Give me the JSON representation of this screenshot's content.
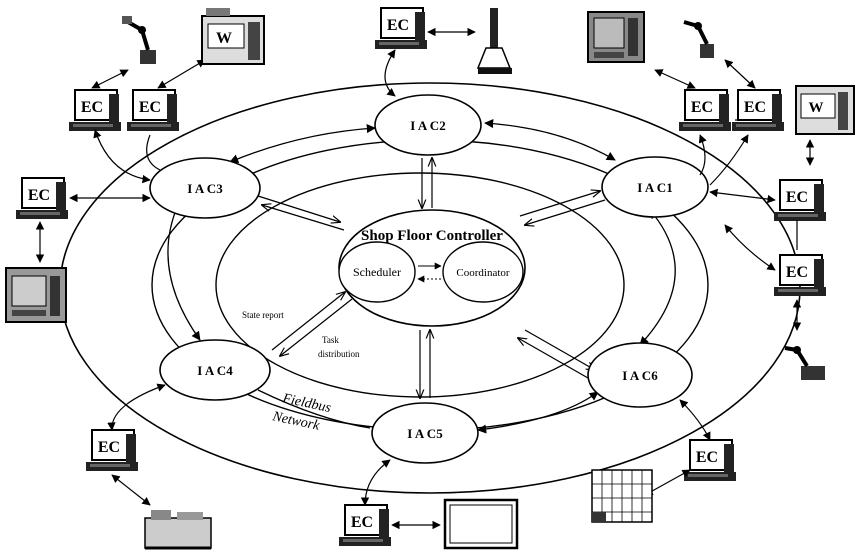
{
  "controller": {
    "title": "Shop Floor Controller",
    "scheduler": "Scheduler",
    "coordinator": "Coordinator"
  },
  "iac": {
    "c1": "I A C1",
    "c2": "I A C2",
    "c3": "I A C3",
    "c4": "I A C4",
    "c5": "I A C5",
    "c6": "I A C6"
  },
  "ec_label": "EC",
  "annotations": {
    "state_report": "State report",
    "task_line1": "Task",
    "task_line2": "distribution",
    "network_line1": "Fieldbus",
    "network_line2": "Network"
  },
  "machine_icon_text": "W"
}
